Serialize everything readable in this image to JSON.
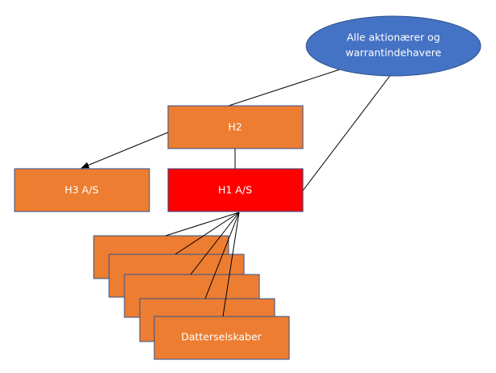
{
  "diagram": {
    "colors": {
      "orange": "#ED7D31",
      "red": "#FF0000",
      "blue": "#4472C4",
      "border": "#2F528F",
      "line": "#000000",
      "text": "#ffffff"
    },
    "nodes": {
      "shareholders": {
        "line1": "Alle aktionærer og",
        "line2": "warrantindehavere"
      },
      "h2": {
        "label": "H2"
      },
      "h3": {
        "label": "H3 A/S"
      },
      "h1": {
        "label": "H1 A/S"
      },
      "subsidiaries": {
        "label": "Datterselskaber",
        "count": 5
      }
    },
    "edges": [
      {
        "from": "shareholders",
        "to": "h2"
      },
      {
        "from": "shareholders",
        "to": "h1"
      },
      {
        "from": "h2",
        "to": "h1"
      },
      {
        "from": "h2",
        "to": "h3",
        "arrow": true
      },
      {
        "from": "h1",
        "to": "subsidiaries",
        "multiplicity": 5
      }
    ]
  }
}
